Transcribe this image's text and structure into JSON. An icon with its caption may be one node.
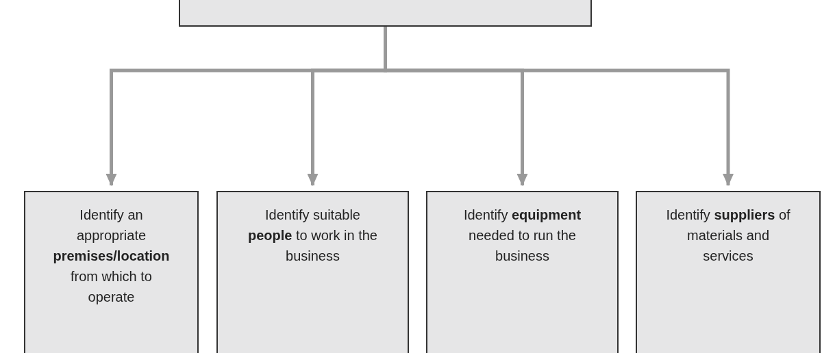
{
  "diagram": {
    "nodes": [
      {
        "text": [],
        "shape": "box"
      },
      {
        "text": [
          "Identify an appropriate **premises/location** from which to operate"
        ]
      },
      {
        "text": [
          "Identify suitable **people** to work in the business"
        ]
      },
      {
        "text": [
          "Identify **equipment** needed to run the business"
        ]
      },
      {
        "text": [
          "Identify **suppliers** of materials and services"
        ]
      }
    ],
    "edges": [
      {
        "from": 0,
        "to": 1,
        "arrow": "to"
      },
      {
        "from": 0,
        "to": 2,
        "arrow": "to"
      },
      {
        "from": 0,
        "to": 3,
        "arrow": "to"
      },
      {
        "from": 0,
        "to": 4,
        "arrow": "to"
      }
    ]
  }
}
